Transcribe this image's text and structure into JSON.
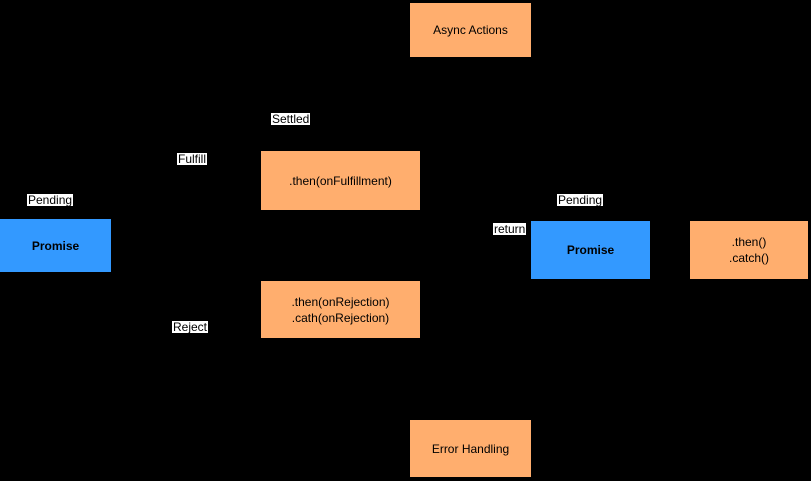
{
  "colors": {
    "bg": "#000000",
    "orange": "#FFAE6E",
    "blue": "#3399FF",
    "node-text": "#000000",
    "label-bg": "#FFFFFF"
  },
  "diagram": {
    "title_node": "Async Actions",
    "nodes": {
      "async_actions": {
        "label": "Async Actions"
      },
      "then_fulfillment": {
        "label": ".then(onFulfillment)"
      },
      "promise_left": {
        "label": "Promise"
      },
      "promise_right": {
        "label": "Promise"
      },
      "then_catch": {
        "line1": ".then()",
        "line2": ".catch()"
      },
      "then_rejection": {
        "line1": ".then(onRejection)",
        "line2": ".cath(onRejection)"
      },
      "error_handling": {
        "label": "Error Handling"
      }
    },
    "edge_labels": {
      "settled": "Settled",
      "fulfill": "Fulfill",
      "pending_left": "Pending",
      "pending_right": "Pending",
      "return": "return",
      "reject": "Reject"
    }
  }
}
